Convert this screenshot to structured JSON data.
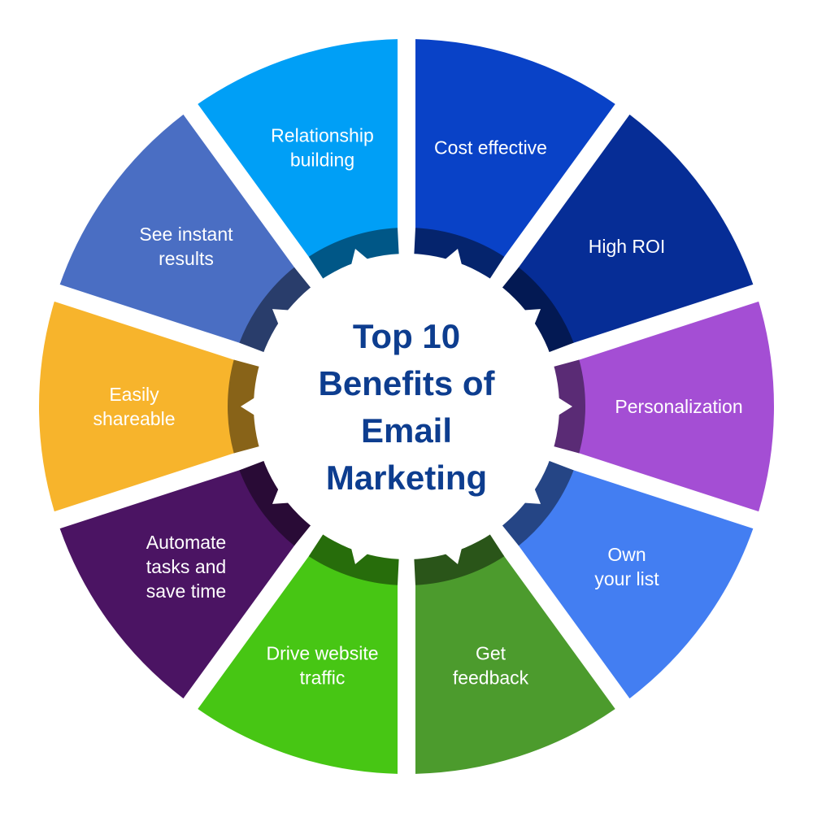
{
  "center": {
    "title_lines": [
      "Top 10",
      "Benefits of",
      "Email",
      "Marketing"
    ],
    "title_color": "#0d3d8f"
  },
  "segments": [
    {
      "lines": [
        "Cost effective"
      ],
      "color": "#0942c7",
      "icon": ""
    },
    {
      "lines": [
        "High ROI"
      ],
      "color": "#062d96"
    },
    {
      "lines": [
        "Personalization"
      ],
      "color": "#a44ed4"
    },
    {
      "lines": [
        "Own",
        "your list"
      ],
      "color": "#437ef2"
    },
    {
      "lines": [
        "Get",
        "feedback"
      ],
      "color": "#4c9b2d"
    },
    {
      "lines": [
        "Drive website",
        "traffic"
      ],
      "color": "#47c614"
    },
    {
      "lines": [
        "Automate",
        "tasks and",
        "save time"
      ],
      "color": "#4b1463"
    },
    {
      "lines": [
        "Easily",
        "shareable"
      ],
      "color": "#f7b42c"
    },
    {
      "lines": [
        "See instant",
        "results"
      ],
      "color": "#4a6ec3"
    },
    {
      "lines": [
        "Relationship",
        "building"
      ],
      "color": "#009ff6"
    }
  ]
}
